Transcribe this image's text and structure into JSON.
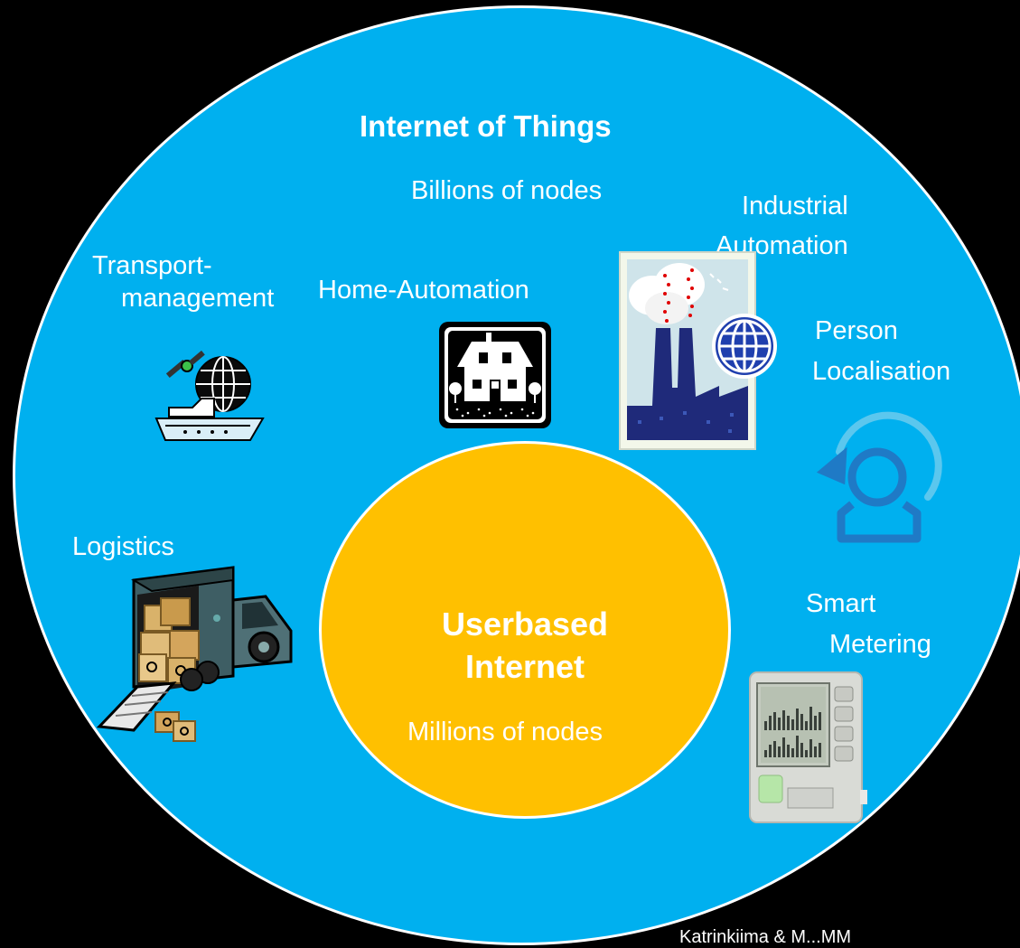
{
  "outer": {
    "title": "Internet of Things",
    "subtitle": "Billions of nodes"
  },
  "inner": {
    "title_line1": "Userbased",
    "title_line2": "Internet",
    "subtitle": "Millions of nodes"
  },
  "categories": {
    "transport_line1": "Transport-",
    "transport_line2": "management",
    "home": "Home-Automation",
    "industrial_line1": "Industrial",
    "industrial_line2": "Automation",
    "person_line1": "Person",
    "person_line2": "Localisation",
    "logistics": "Logistics",
    "smart_line1": "Smart",
    "smart_line2": "Metering"
  },
  "credit": "Katrinkiima & M...MM"
}
